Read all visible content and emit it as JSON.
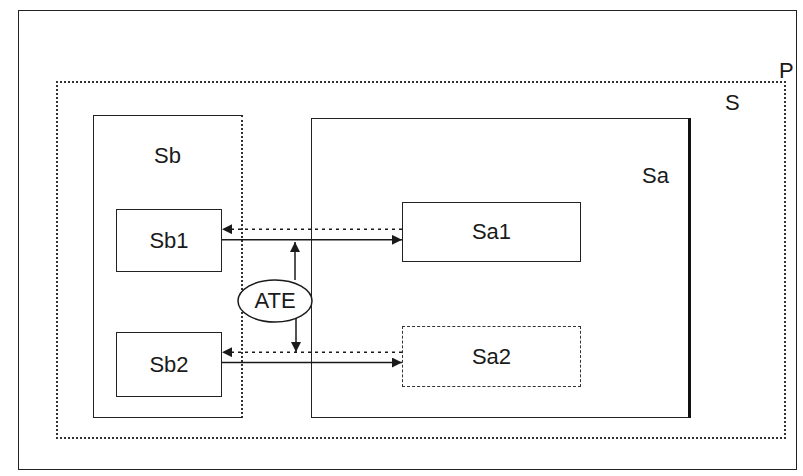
{
  "diagram": {
    "nodes": [
      {
        "text": [
          "P"
        ]
      },
      {
        "text": [
          "S"
        ],
        "in": 0
      },
      {
        "text": [
          "Sb"
        ],
        "in": 1
      },
      {
        "text": [
          "Sa"
        ],
        "in": 1
      },
      {
        "text": [
          "Sb1"
        ],
        "in": 2
      },
      {
        "text": [
          "Sa1"
        ],
        "in": 3
      },
      {
        "text": [
          "ATE"
        ],
        "in": 1
      },
      {
        "text": [
          "Sb2"
        ],
        "in": 2
      },
      {
        "text": [
          "Sa2"
        ],
        "in": 3
      }
    ],
    "edges": [
      {
        "from": 5,
        "to": 4,
        "arrow": "to"
      },
      {
        "from": 4,
        "to": 5,
        "arrow": "to"
      },
      {
        "from": 8,
        "to": 7,
        "arrow": "to"
      },
      {
        "from": 7,
        "to": 8,
        "arrow": "to"
      }
    ]
  }
}
